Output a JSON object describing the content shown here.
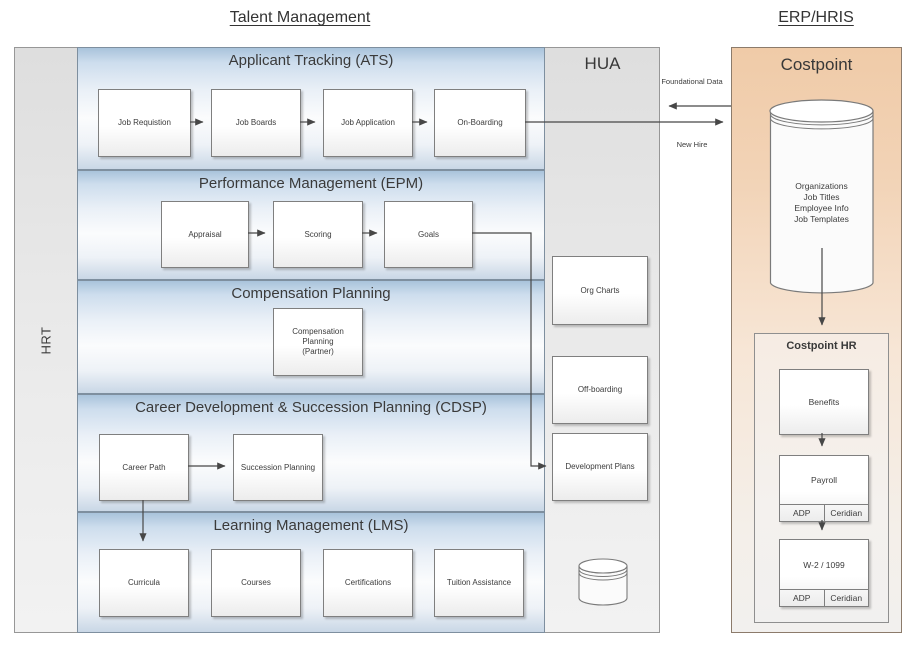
{
  "page": {
    "left_title": "Talent Management",
    "right_title": "ERP/HRIS"
  },
  "talent": {
    "side_label": "HRT",
    "sections": [
      {
        "title": "Applicant Tracking (ATS)",
        "boxes": [
          "Job Requistion",
          "Job Boards",
          "Job Application",
          "On-Boarding"
        ]
      },
      {
        "title": "Performance Management (EPM)",
        "boxes": [
          "Appraisal",
          "Scoring",
          "Goals"
        ]
      },
      {
        "title": "Compensation Planning",
        "boxes": [
          "Compensation Planning (Partner)"
        ]
      },
      {
        "title": "Career Development & Succession Planning (CDSP)",
        "boxes": [
          "Career Path",
          "Succession Planning"
        ]
      },
      {
        "title": "Learning Management (LMS)",
        "boxes": [
          "Curricula",
          "Courses",
          "Certifications",
          "Tuition Assistance"
        ]
      }
    ]
  },
  "hua": {
    "title": "HUA",
    "boxes": [
      "Org Charts",
      "Off-boarding",
      "Development Plans"
    ],
    "database_icon": "database-cylinder"
  },
  "connectors": {
    "foundational_data_label": "Foundational Data",
    "new_hire_label": "New Hire"
  },
  "costpoint": {
    "title": "Costpoint",
    "database_lines": [
      "Organizations",
      "Job Titles",
      "Employee Info",
      "Job Templates"
    ],
    "hr": {
      "title": "Costpoint HR",
      "benefits": "Benefits",
      "payroll": "Payroll",
      "payroll_vendors": [
        "ADP",
        "Ceridian"
      ],
      "w2": "W-2 / 1099",
      "w2_vendors": [
        "ADP",
        "Ceridian"
      ]
    }
  },
  "colors": {
    "section_blue": "#a9c3db",
    "panel_gray": "#e3e3e3",
    "costpoint_orange": "#f0cba8",
    "box_border": "#7f7f7f",
    "arrow": "#474747",
    "text": "#3b3b3b"
  }
}
